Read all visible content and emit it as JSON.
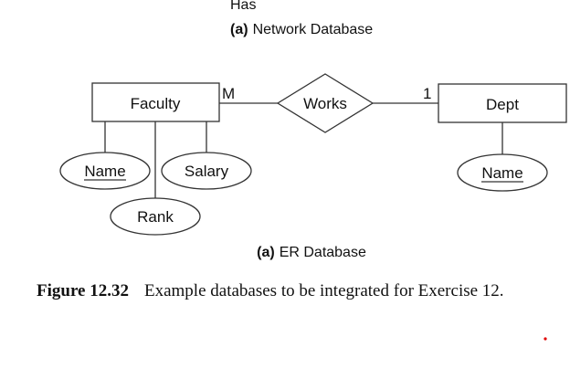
{
  "top": {
    "cut_label": "Has",
    "network_caption_prefix": "(a)",
    "network_caption": "Network Database"
  },
  "er": {
    "entities": {
      "faculty": "Faculty",
      "dept": "Dept"
    },
    "relationship": "Works",
    "cardinality": {
      "faculty_side": "M",
      "dept_side": "1"
    },
    "attributes": {
      "faculty_name": "Name",
      "faculty_salary": "Salary",
      "faculty_rank": "Rank",
      "dept_name": "Name"
    },
    "key_attributes_underlined": [
      "faculty_name",
      "dept_name"
    ],
    "caption_prefix": "(a)",
    "caption": "ER Database"
  },
  "figure": {
    "label": "Figure 12.32",
    "caption": "Example databases to be integrated for Exercise 12."
  },
  "marker_color": "#e00000"
}
